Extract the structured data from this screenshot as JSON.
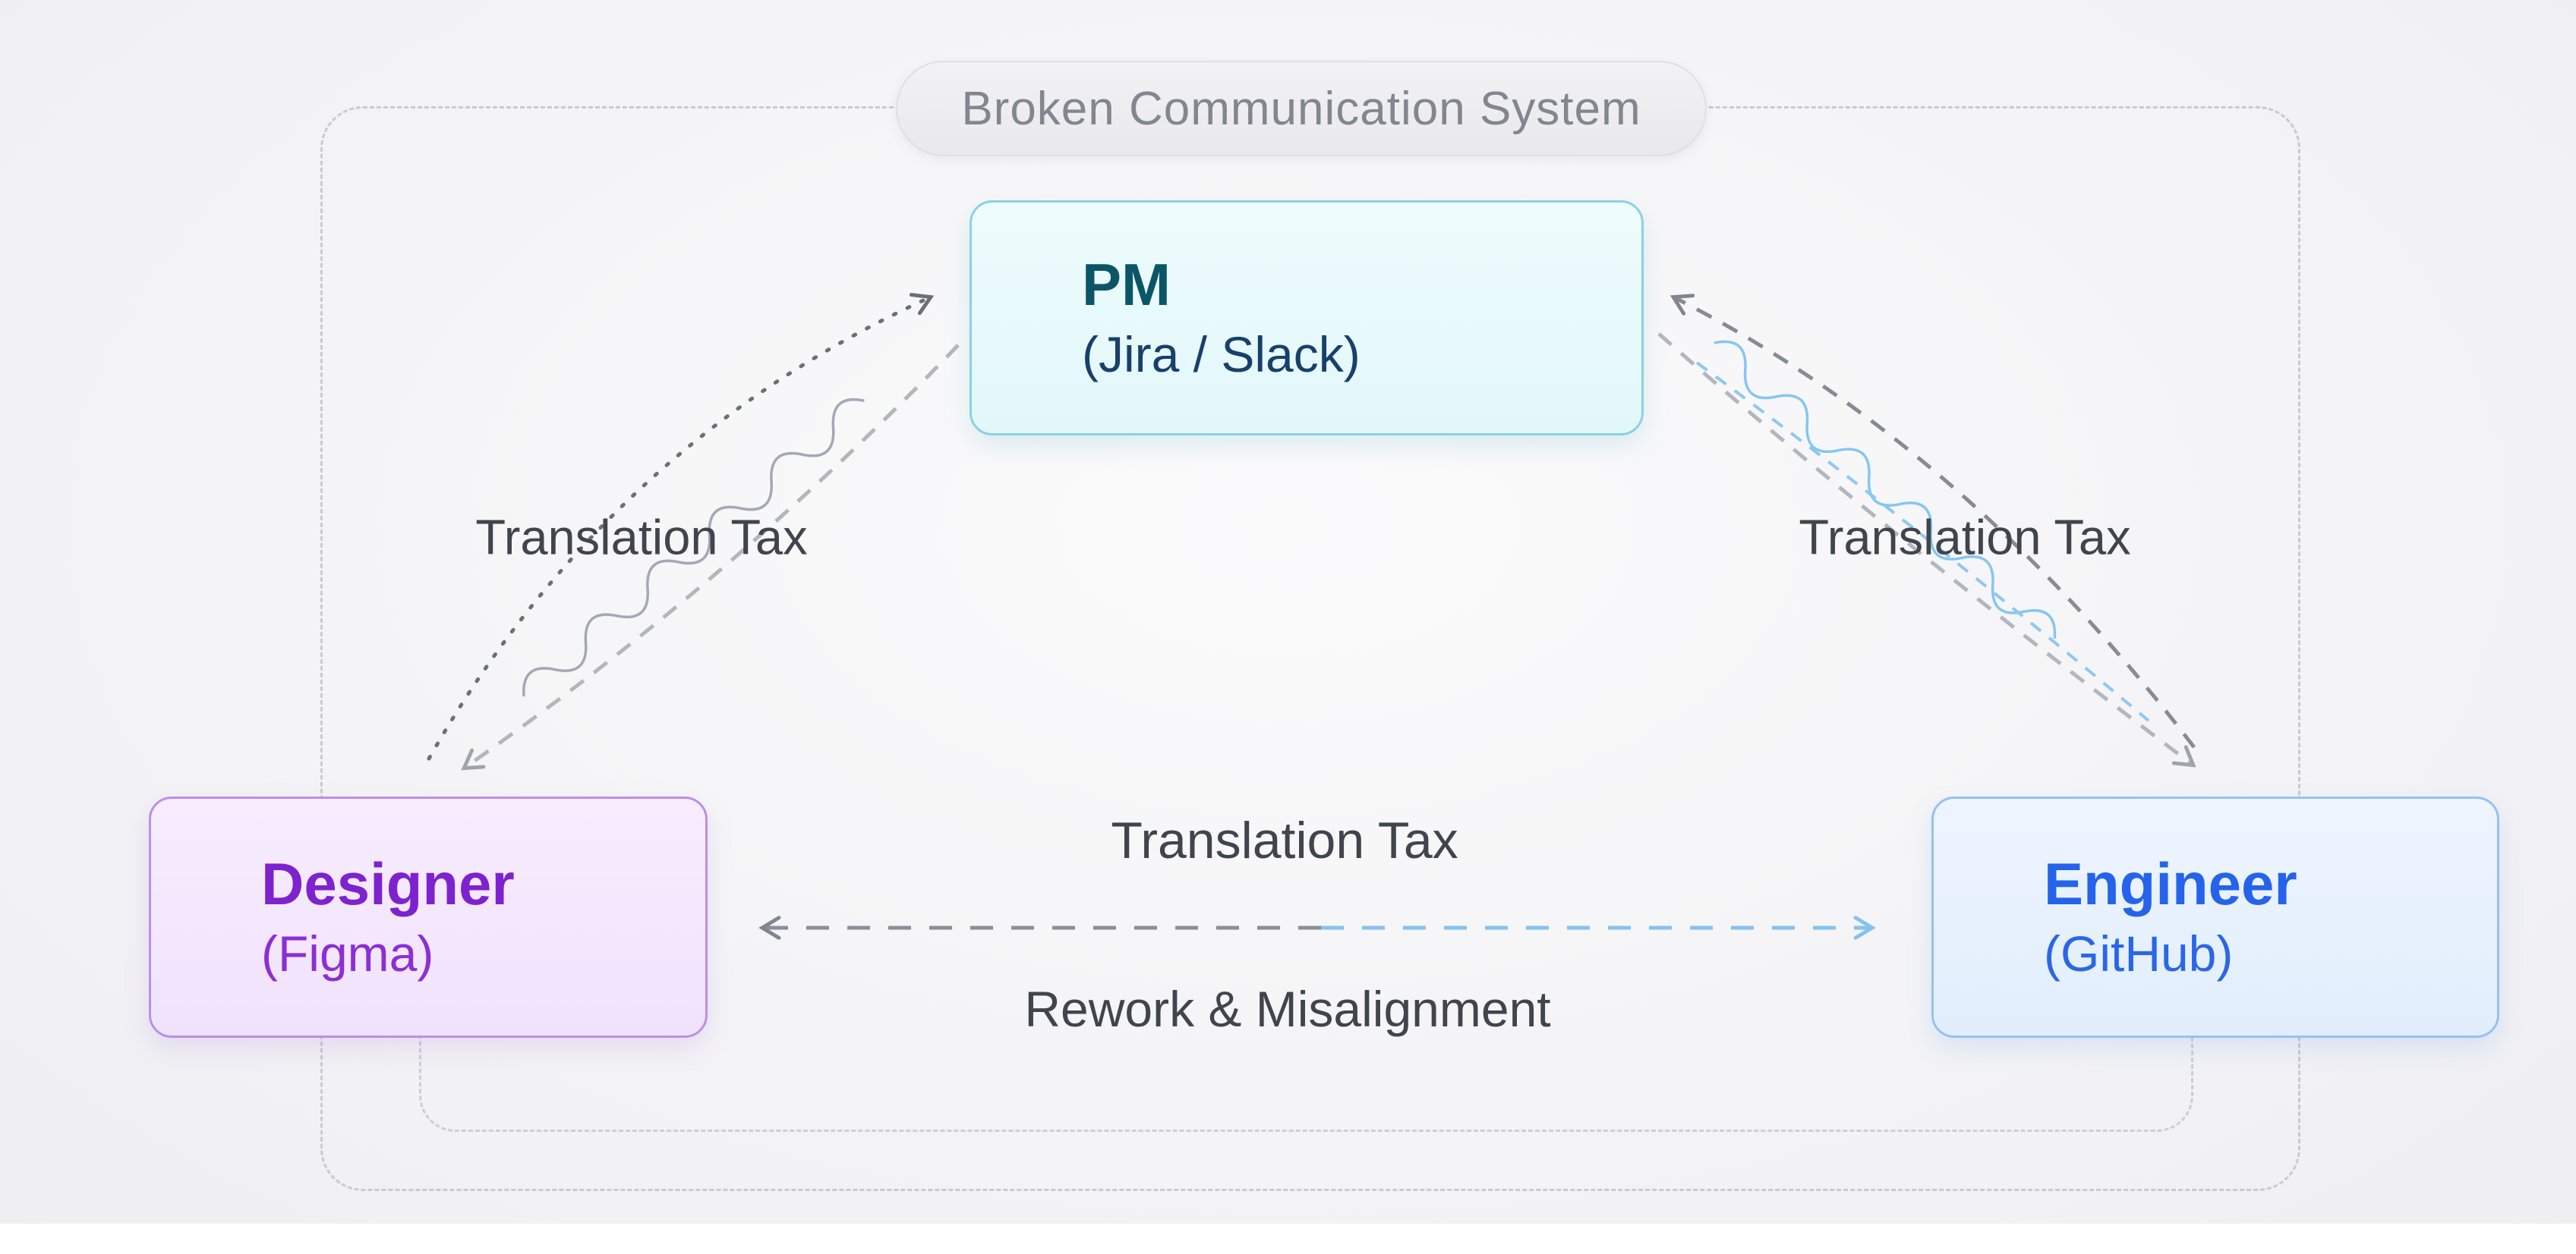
{
  "page": {
    "system_label": "Broken Communication System"
  },
  "nodes": {
    "pm": {
      "title": "PM",
      "subtitle": "(Jira / Slack)"
    },
    "designer": {
      "title": "Designer",
      "subtitle": "(Figma)"
    },
    "engineer": {
      "title": "Engineer",
      "subtitle": "(GitHub)"
    }
  },
  "edges": {
    "designer_pm": {
      "label": "Translation Tax"
    },
    "pm_engineer": {
      "label": "Translation Tax"
    },
    "designer_engineer": {
      "label": "Translation Tax",
      "sublabel": "Rework & Misalignment"
    }
  },
  "colors": {
    "pm_border": "#8ad2e0",
    "pm_bg": "#e9fafb",
    "pm_title": "#0b5666",
    "pm_subtitle": "#17406b",
    "designer_border": "#bd8eea",
    "designer_bg": "#f6eafe",
    "designer_text": "#7d22ce",
    "engineer_border": "#97c0f2",
    "engineer_bg": "#e9f2fe",
    "engineer_text": "#2563eb",
    "label_text": "#40454d",
    "pill_bg": "#ededef",
    "pill_text": "#81868f",
    "arrow_dark_gray": "#6b7078",
    "arrow_light_gray": "#b3b6bf",
    "arrow_blue": "#85c2f0",
    "dashed_frame": "#c9cad1"
  }
}
